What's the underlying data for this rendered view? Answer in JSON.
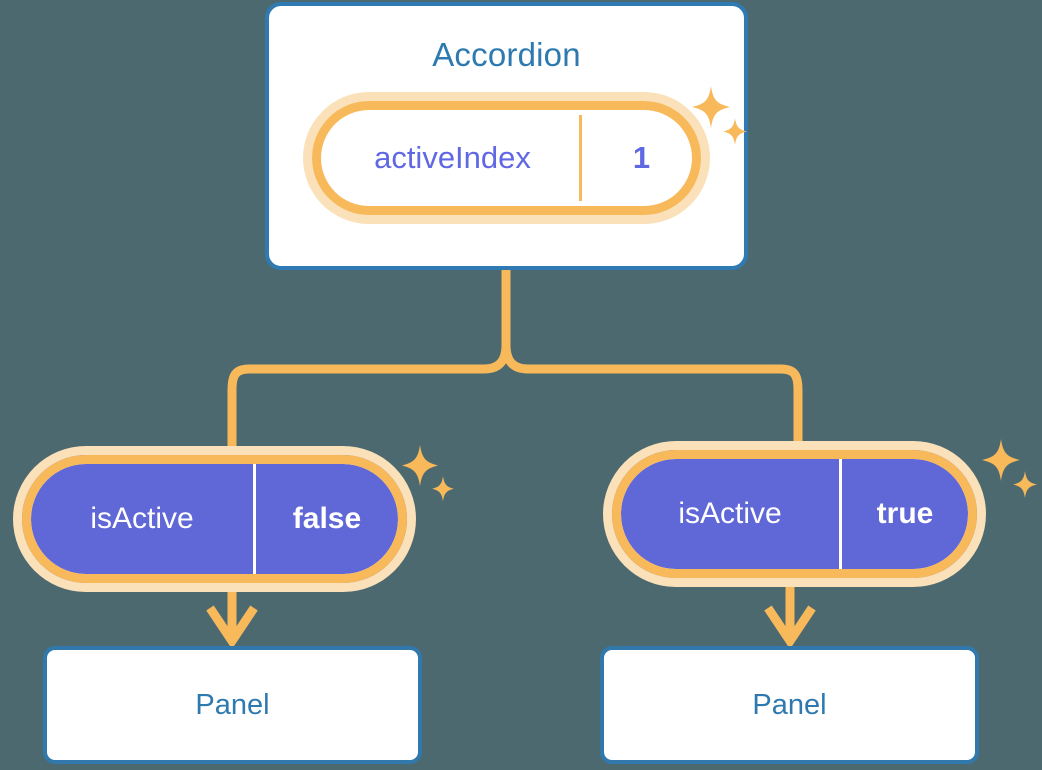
{
  "background_color": "#4d6970",
  "colors": {
    "card_border_blue": "#2f7ab3",
    "title_blue": "#2e7ab0",
    "pill_ring_orange": "#f8b95b",
    "pill_glow_orange": "#fae1b9",
    "pill_fill_purple": "#6067d6",
    "prop_text_indigo": "#6168e3",
    "connector_orange": "#f8b95b"
  },
  "component_tree": {
    "root": {
      "name": "Accordion",
      "state": {
        "key": "activeIndex",
        "value": "1"
      }
    },
    "children": [
      {
        "prop": {
          "key": "isActive",
          "value": "false"
        },
        "child": {
          "name": "Panel"
        }
      },
      {
        "prop": {
          "key": "isActive",
          "value": "true"
        },
        "child": {
          "name": "Panel"
        }
      }
    ]
  },
  "icons": {
    "sparkle": "sparkle-icon",
    "arrow_down": "arrow-down-icon"
  }
}
